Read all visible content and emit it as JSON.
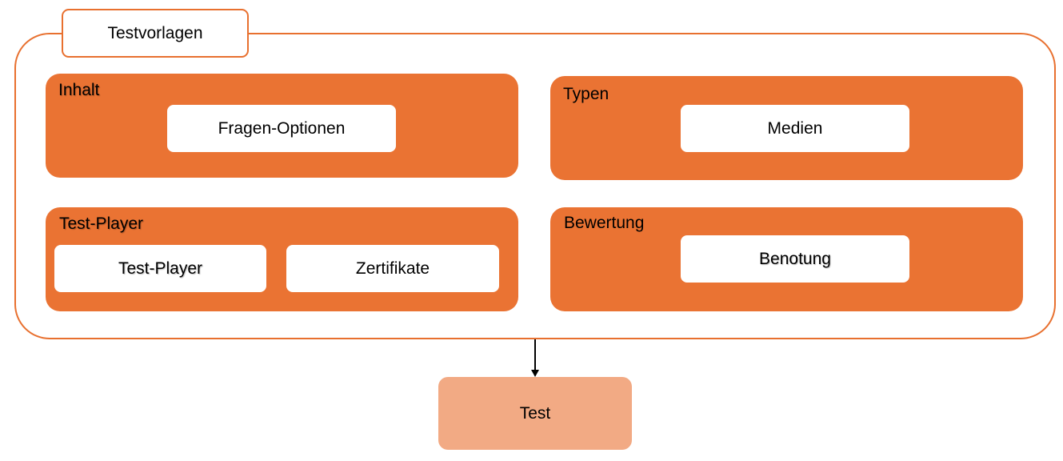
{
  "container": {
    "title": "Testvorlagen",
    "border_color": "#E8702F"
  },
  "groups": {
    "inhalt": {
      "title": "Inhalt",
      "items": [
        "Fragen-Optionen"
      ]
    },
    "typen": {
      "title": "Typen",
      "items": [
        "Medien"
      ]
    },
    "test_player": {
      "title": "Test-Player",
      "items": [
        "Test-Player",
        "Zertifikate"
      ]
    },
    "bewertung": {
      "title": "Bewertung",
      "items": [
        "Benotung"
      ]
    }
  },
  "output": {
    "label": "Test",
    "color": "#F2AA84"
  },
  "colors": {
    "group_fill": "#EA7333",
    "box_fill": "#FFFFFF",
    "arrow": "#000000"
  }
}
